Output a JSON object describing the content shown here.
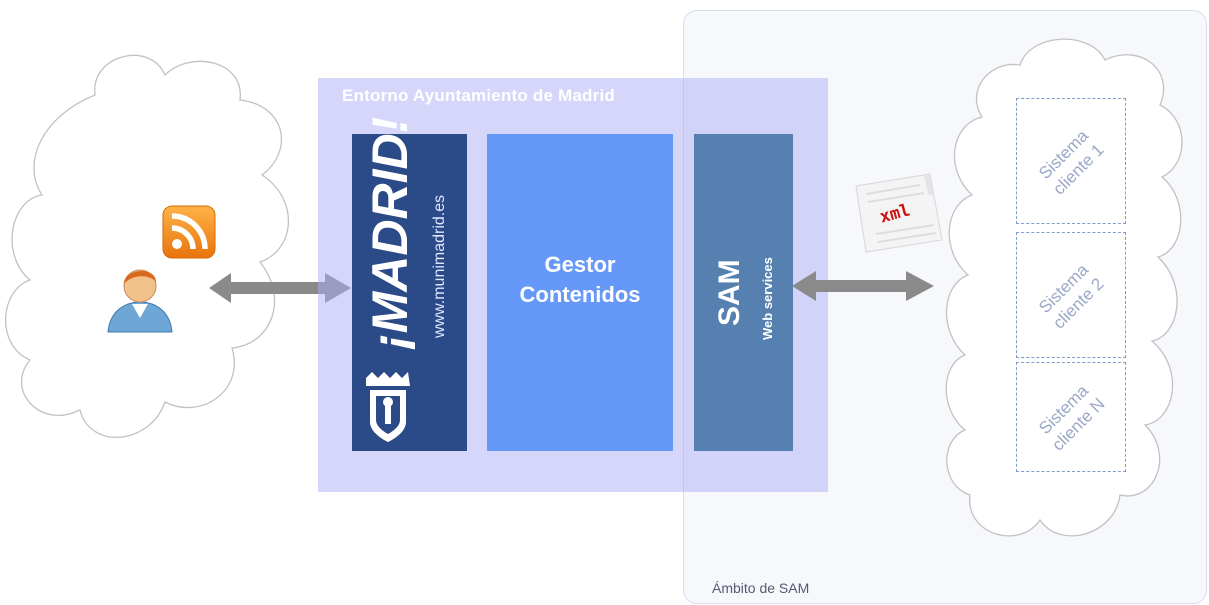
{
  "environment": {
    "title": "Entorno Ayuntamiento de Madrid"
  },
  "madrid_panel": {
    "brand": "¡MADRID!",
    "url": "www.munimadrid.es"
  },
  "gestor": {
    "line1": "Gestor",
    "line2": "Contenidos"
  },
  "sam": {
    "title": "SAM",
    "subtitle": "Web services"
  },
  "scope": {
    "label": "Ámbito de SAM"
  },
  "clients": [
    {
      "line1": "Sistema",
      "line2": "cliente 1"
    },
    {
      "line1": "Sistema",
      "line2": "cliente 2"
    },
    {
      "line1": "Sistema",
      "line2": "cliente N"
    }
  ],
  "xml_doc": {
    "label": "xml"
  },
  "icons": {
    "user": "user-icon",
    "rss": "rss-icon",
    "coat_of_arms": "coat-of-arms-icon",
    "xml": "xml-document-icon"
  },
  "colors": {
    "environment": "#b4b4f6",
    "madrid_panel": "#2a4a88",
    "gestor": "#6598f8",
    "sam": "#5580b0",
    "client_border": "#7f9bc8",
    "arrow": "#8a8a8a"
  }
}
